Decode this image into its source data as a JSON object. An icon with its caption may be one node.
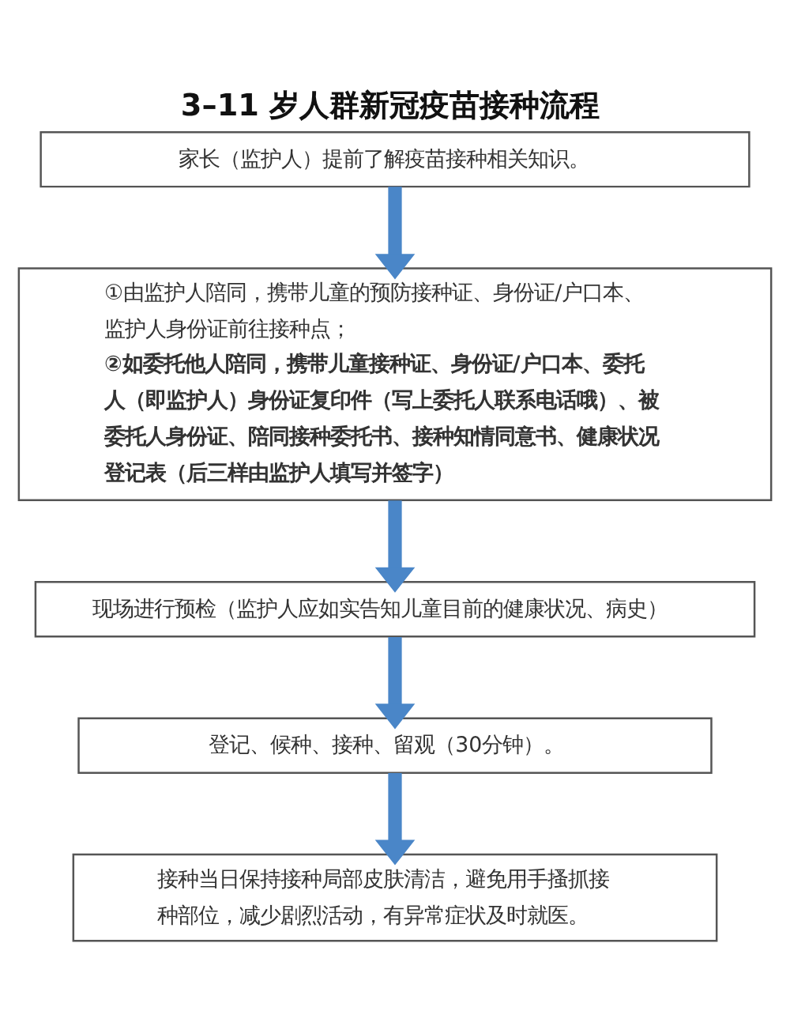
{
  "diagram": {
    "title": "3–11 岁人群新冠疫苗接种流程",
    "nodes": [
      {
        "text": [
          "家长（监护人）提前了解疫苗接种相关知识。"
        ]
      },
      {
        "text": [
          "①由监护人陪同，携带儿童的预防接种证、身份证/户口本、监护人身份证前往接种点；",
          "②如委托他人陪同，携带儿童接种证、身份证/户口本、委托人（即监护人）身份证复印件（写上委托人联系电话哦）、被委托人身份证、陪同接种委托书、接种知情同意书、健康状况登记表（后三样由监护人填写并签字）"
        ]
      },
      {
        "text": [
          "现场进行预检（监护人应如实告知儿童目前的健康状况、病史）"
        ]
      },
      {
        "text": [
          "登记、候种、接种、留观（30分钟）。"
        ]
      },
      {
        "text": [
          "接种当日保持接种局部皮肤清洁，避免用手搔抓接种部位，减少剧烈活动，有异常症状及时就医。"
        ]
      }
    ],
    "edges": [
      {
        "from": 0,
        "to": 1,
        "arrow": "to"
      },
      {
        "from": 1,
        "to": 2,
        "arrow": "to"
      },
      {
        "from": 2,
        "to": 3,
        "arrow": "to"
      },
      {
        "from": 3,
        "to": 4,
        "arrow": "to"
      }
    ]
  }
}
